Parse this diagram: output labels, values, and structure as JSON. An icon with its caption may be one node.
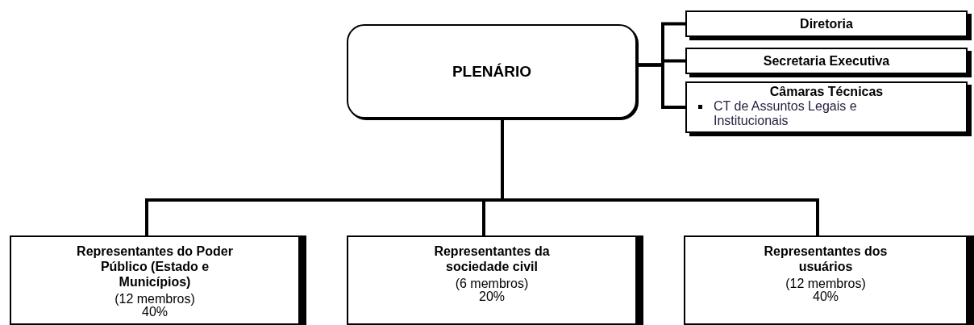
{
  "diagram": {
    "nodes": [
      {
        "text": [
          "PLENÁRIO"
        ]
      },
      {
        "text": [
          "Diretoria"
        ]
      },
      {
        "text": [
          "Secretaria Executiva"
        ]
      },
      {
        "text": [
          "Câmaras Técnicas",
          "CT de Assuntos Legais e Institucionais"
        ]
      },
      {
        "text": [
          "Representantes do Poder Público (Estado e Municípios)",
          "(12 membros)",
          "40%"
        ]
      },
      {
        "text": [
          "Representantes da sociedade civil",
          "(6 membros)",
          "20%"
        ]
      },
      {
        "text": [
          "Representantes dos usuários",
          "(12 membros)",
          "40%"
        ]
      }
    ],
    "edges": [
      {
        "from": 0,
        "to": 1,
        "arrow": "none"
      },
      {
        "from": 0,
        "to": 2,
        "arrow": "none"
      },
      {
        "from": 0,
        "to": 3,
        "arrow": "none"
      },
      {
        "from": 0,
        "to": 4,
        "arrow": "none"
      },
      {
        "from": 0,
        "to": 5,
        "arrow": "none"
      },
      {
        "from": 0,
        "to": 6,
        "arrow": "none"
      }
    ]
  }
}
